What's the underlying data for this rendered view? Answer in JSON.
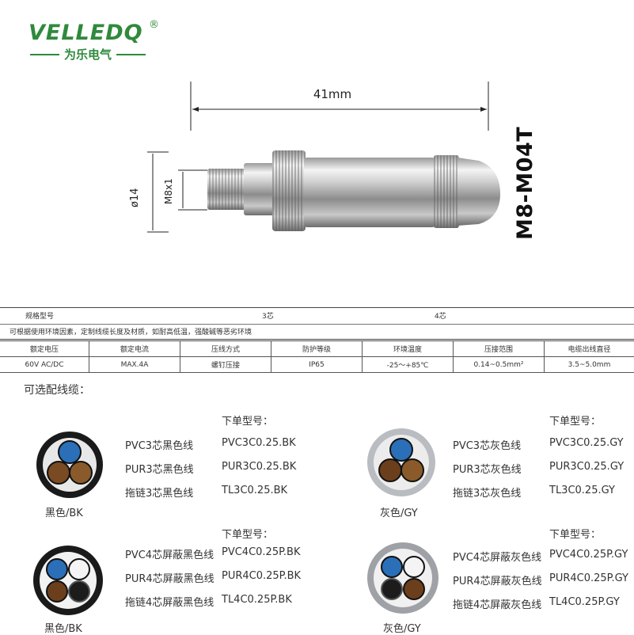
{
  "logo": {
    "brand": "VELLEDQ",
    "registered": "®",
    "subtitle": "为乐电气"
  },
  "drawing": {
    "length_label": "41mm",
    "diameter_label": "ø14",
    "thread_label": "M8x1",
    "model": "M8-M04T"
  },
  "spec": {
    "title": "规格型号",
    "core3": "3芯",
    "core4": "4芯",
    "note": "可根据使用环境因素，定制线缆长度及材质，如耐高低温，强酸碱等恶劣环境",
    "headers": [
      "额定电压",
      "额定电流",
      "压线方式",
      "防护等级",
      "环境温度",
      "压接范围",
      "电缆出线直径"
    ],
    "values": [
      "60V AC/DC",
      "MAX.4A",
      "螺钉压接",
      "IP65",
      "-25～+85℃",
      "0.14~0.5mm²",
      "3.5~5.0mm"
    ]
  },
  "cables": {
    "title": "可选配线缆：",
    "order_label": "下单型号：",
    "groups": [
      {
        "caption": "黑色/BK",
        "items": [
          {
            "name": "PVC3芯黑色线",
            "code": "PVC3C0.25.BK"
          },
          {
            "name": "PUR3芯黑色线",
            "code": "PUR3C0.25.BK"
          },
          {
            "name": "拖链3芯黑色线",
            "code": "TL3C0.25.BK"
          }
        ]
      },
      {
        "caption": "灰色/GY",
        "items": [
          {
            "name": "PVC3芯灰色线",
            "code": "PVC3C0.25.GY"
          },
          {
            "name": "PUR3芯灰色线",
            "code": "PUR3C0.25.GY"
          },
          {
            "name": "拖链3芯灰色线",
            "code": "TL3C0.25.GY"
          }
        ]
      },
      {
        "caption": "黑色/BK",
        "items": [
          {
            "name": "PVC4芯屏蔽黑色线",
            "code": "PVC4C0.25P.BK"
          },
          {
            "name": "PUR4芯屏蔽黑色线",
            "code": "PUR4C0.25P.BK"
          },
          {
            "name": "拖链4芯屏蔽黑色线",
            "code": "TL4C0.25P.BK"
          }
        ]
      },
      {
        "caption": "灰色/GY",
        "items": [
          {
            "name": "PVC4芯屏蔽灰色线",
            "code": "PVC4C0.25P.GY"
          },
          {
            "name": "PUR4芯屏蔽灰色线",
            "code": "PUR4C0.25P.GY"
          },
          {
            "name": "拖链4芯屏蔽灰色线",
            "code": "TL4C0.25P.GY"
          }
        ]
      }
    ]
  },
  "colors": {
    "brand_green": "#2f8a3c",
    "sheath_black": "#1a1a1a",
    "sheath_gray": "#b9bcc0",
    "core_blue": "#2a6fb8",
    "core_brown": "#7a4a22"
  }
}
